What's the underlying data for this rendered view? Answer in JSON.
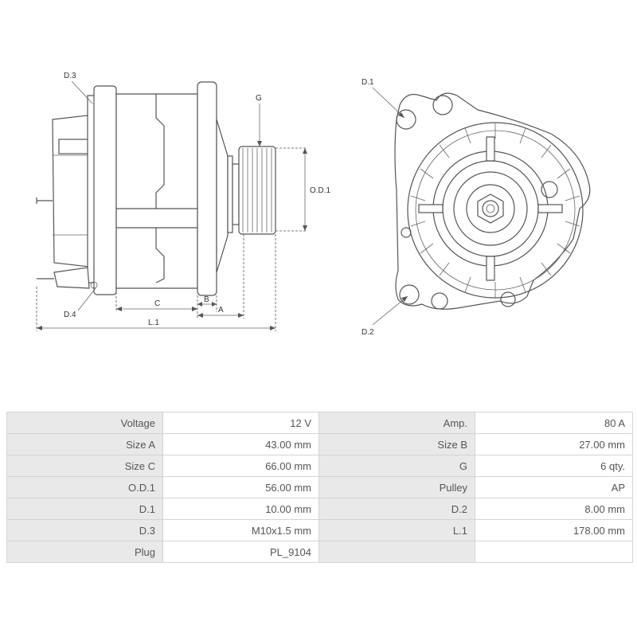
{
  "diagram": {
    "labels": {
      "d3": "D.3",
      "d4": "D.4",
      "g": "G",
      "od1": "O.D.1",
      "c": "C",
      "b": "B",
      "a": "A",
      "l1": "L.1",
      "d1": "D.1",
      "d2": "D.2"
    }
  },
  "specs": {
    "rows": [
      {
        "l1": "Voltage",
        "v1": "12 V",
        "l2": "Amp.",
        "v2": "80 A"
      },
      {
        "l1": "Size A",
        "v1": "43.00 mm",
        "l2": "Size B",
        "v2": "27.00 mm"
      },
      {
        "l1": "Size C",
        "v1": "66.00 mm",
        "l2": "G",
        "v2": "6 qty."
      },
      {
        "l1": "O.D.1",
        "v1": "56.00 mm",
        "l2": "Pulley",
        "v2": "AP"
      },
      {
        "l1": "D.1",
        "v1": "10.00 mm",
        "l2": "D.2",
        "v2": "8.00 mm"
      },
      {
        "l1": "D.3",
        "v1": "M10x1.5 mm",
        "l2": "L.1",
        "v2": "178.00 mm"
      },
      {
        "l1": "Plug",
        "v1": "PL_9104",
        "l2": "",
        "v2": ""
      }
    ]
  }
}
